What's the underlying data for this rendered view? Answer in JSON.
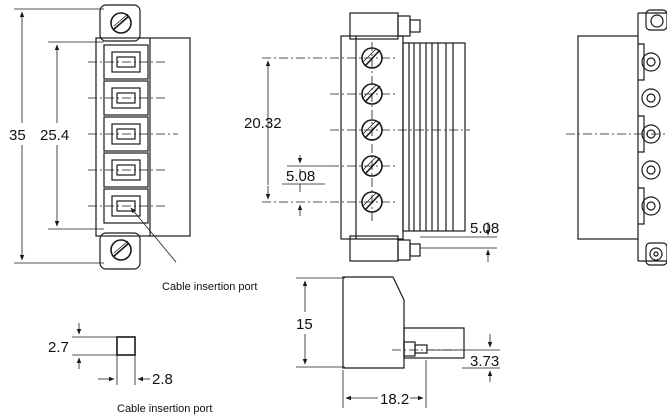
{
  "diagram": {
    "dimensions": {
      "overall_height": "35",
      "pin_span": "25.4",
      "side_span": "20.32",
      "pitch_left": "5.08",
      "pitch_right": "5.08",
      "depth": "15",
      "screw_offset": "3.73",
      "width": "18.2",
      "port_height": "2.7",
      "port_width": "2.8"
    },
    "captions": {
      "front_port": "Cable insertion port",
      "port_detail": "Cable insertion port"
    }
  }
}
